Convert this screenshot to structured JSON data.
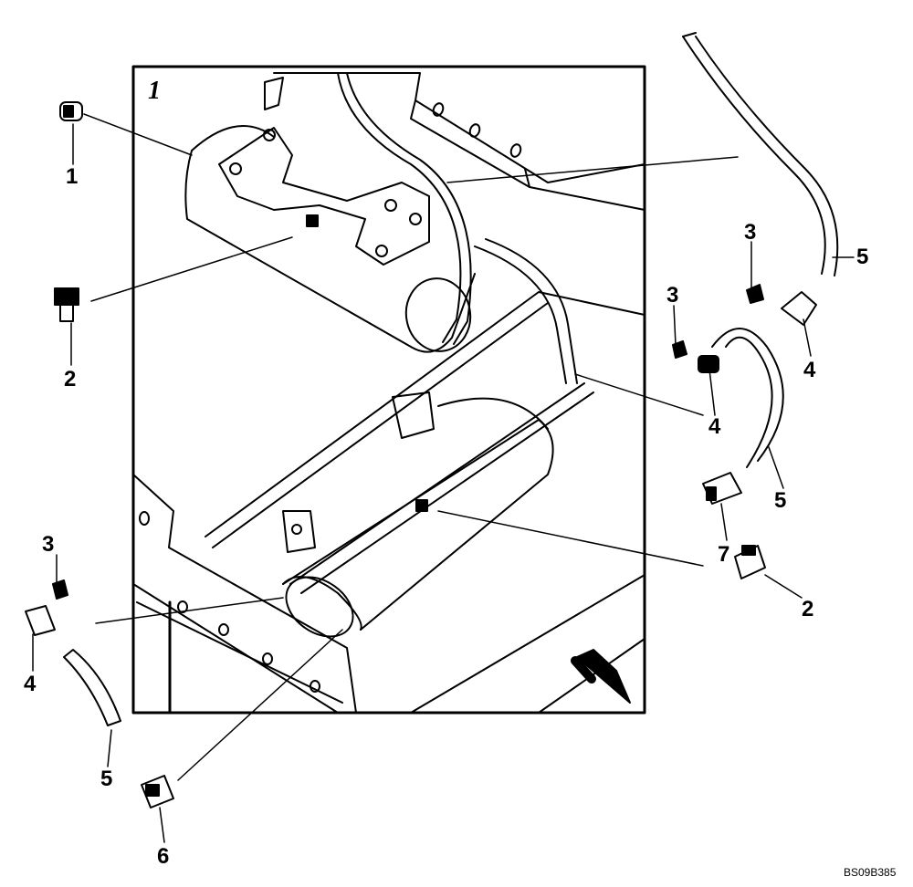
{
  "diagram": {
    "frame_label": "1",
    "drawing_code": "BS09B385",
    "callouts": [
      {
        "id": "c1",
        "text": "1"
      },
      {
        "id": "c2a",
        "text": "2"
      },
      {
        "id": "c2b",
        "text": "2"
      },
      {
        "id": "c3a",
        "text": "3"
      },
      {
        "id": "c3b",
        "text": "3"
      },
      {
        "id": "c3c",
        "text": "3"
      },
      {
        "id": "c4a",
        "text": "4"
      },
      {
        "id": "c4b",
        "text": "4"
      },
      {
        "id": "c4c",
        "text": "4"
      },
      {
        "id": "c5a",
        "text": "5"
      },
      {
        "id": "c5b",
        "text": "5"
      },
      {
        "id": "c5c",
        "text": "5"
      },
      {
        "id": "c6",
        "text": "6"
      },
      {
        "id": "c7",
        "text": "7"
      }
    ]
  }
}
